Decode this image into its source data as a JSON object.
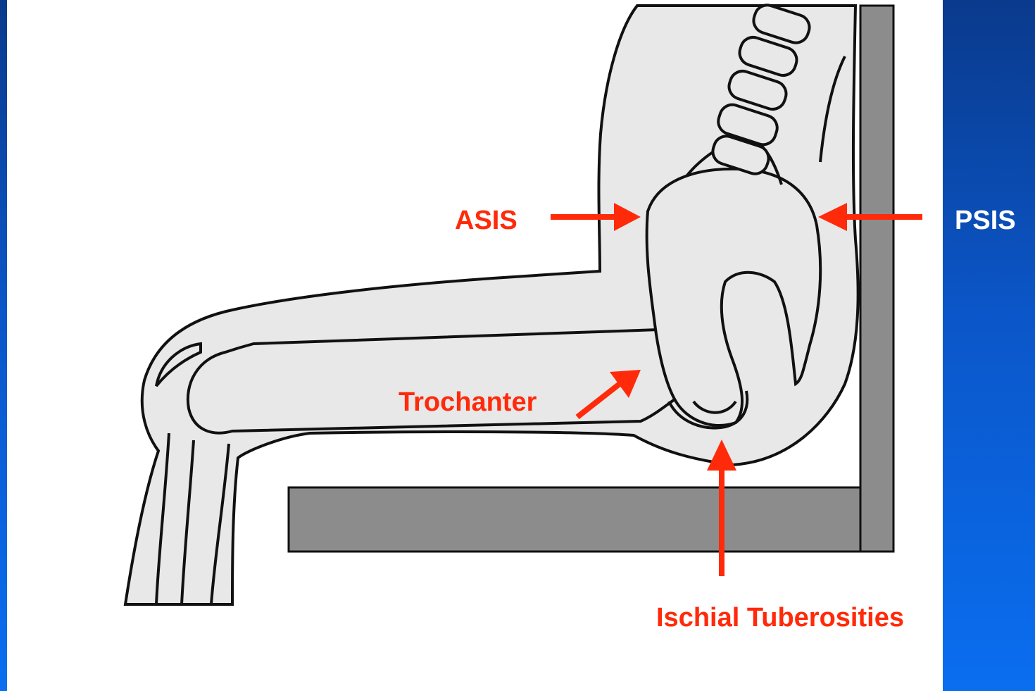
{
  "slide": {
    "background_color": "#0b56c8",
    "panel_color": "#ffffff"
  },
  "diagram": {
    "skin_fill": "#e8e8e8",
    "outline_color": "#111111",
    "seat_color": "#8c8c8c",
    "arrow_color": "#ff2a0a"
  },
  "labels": {
    "asis": "ASIS",
    "psis": "PSIS",
    "trochanter": "Trochanter",
    "ischial": "Ischial Tuberosities"
  }
}
